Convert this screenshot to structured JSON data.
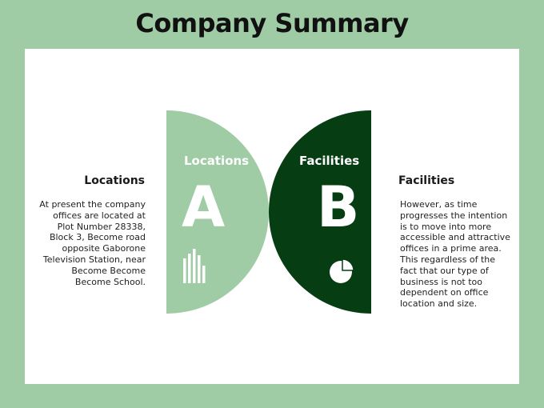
{
  "title": "Company Summary",
  "colors": {
    "background": "#a0cca5",
    "panel": "#ffffff",
    "light_shape": "#a0cca5",
    "dark_shape": "#063d12"
  },
  "left": {
    "heading": "Locations",
    "text": "At present the company\noffices are located at\nPlot Number 28338,\nBlock 3, Become road\nopposite Gaborone\nTelevision Station, near\nBecome Become\nBecome School."
  },
  "right": {
    "heading": "Facilities",
    "text": "However, as time\nprogresses the intention\nis to move into more\naccessible and attractive\noffices in a prime area.\nThis regardless of the\nfact that our type of\nbusiness is not too\ndependent on office\nlocation and size."
  },
  "shape_a": {
    "label": "Locations",
    "letter": "A",
    "icon": "bar-chart-icon"
  },
  "shape_b": {
    "label": "Facilities",
    "letter": "B",
    "icon": "pie-chart-icon"
  }
}
